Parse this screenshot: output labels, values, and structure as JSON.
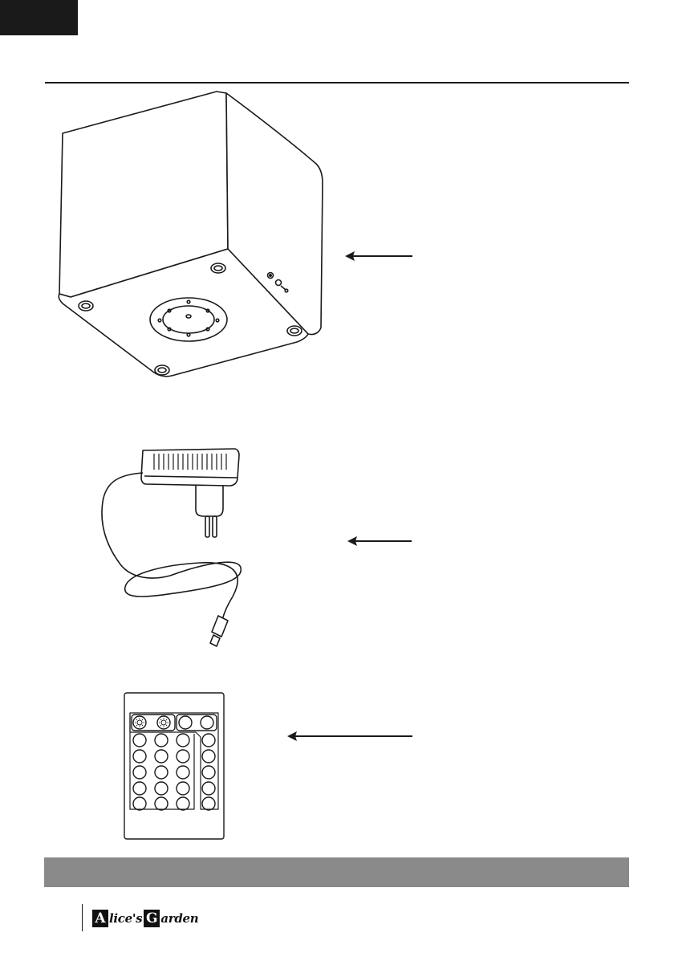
{
  "brand": {
    "logo_letter_1": "A",
    "logo_text_1": "lice's",
    "logo_letter_2": "G",
    "logo_text_2": "arden"
  },
  "colors": {
    "ink": "#1a1a1a",
    "footer_band": "#8a8a8a",
    "tab": "#1a1a1a"
  },
  "illustrations": [
    {
      "name": "cube-lamp-underside",
      "icon": "cube-lamp-icon"
    },
    {
      "name": "power-adapter",
      "icon": "power-adapter-icon"
    },
    {
      "name": "remote-control",
      "icon": "remote-control-icon"
    }
  ]
}
